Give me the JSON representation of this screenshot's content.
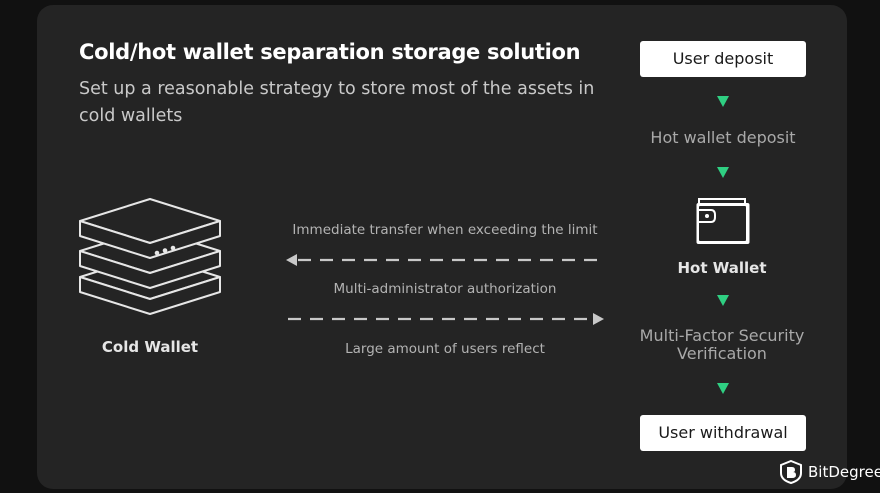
{
  "title": "Cold/hot wallet separation storage solution",
  "subtitle": "Set up a reasonable strategy to store most of the assets in cold wallets",
  "flow": {
    "user_deposit": "User deposit",
    "hot_wallet_deposit": "Hot wallet deposit",
    "hot_wallet": "Hot Wallet",
    "mfa": "Multi-Factor Security Verification",
    "user_withdrawal": "User withdrawal"
  },
  "cold_wallet": "Cold Wallet",
  "arrows": {
    "top_label": "Immediate transfer when exceeding the limit",
    "middle_label": "Multi-administrator authorization",
    "bottom_label": "Large amount of users reflect"
  },
  "brand": "BitDegree",
  "colors": {
    "background": "#111111",
    "card": "#242424",
    "accent": "#2fcf82"
  }
}
